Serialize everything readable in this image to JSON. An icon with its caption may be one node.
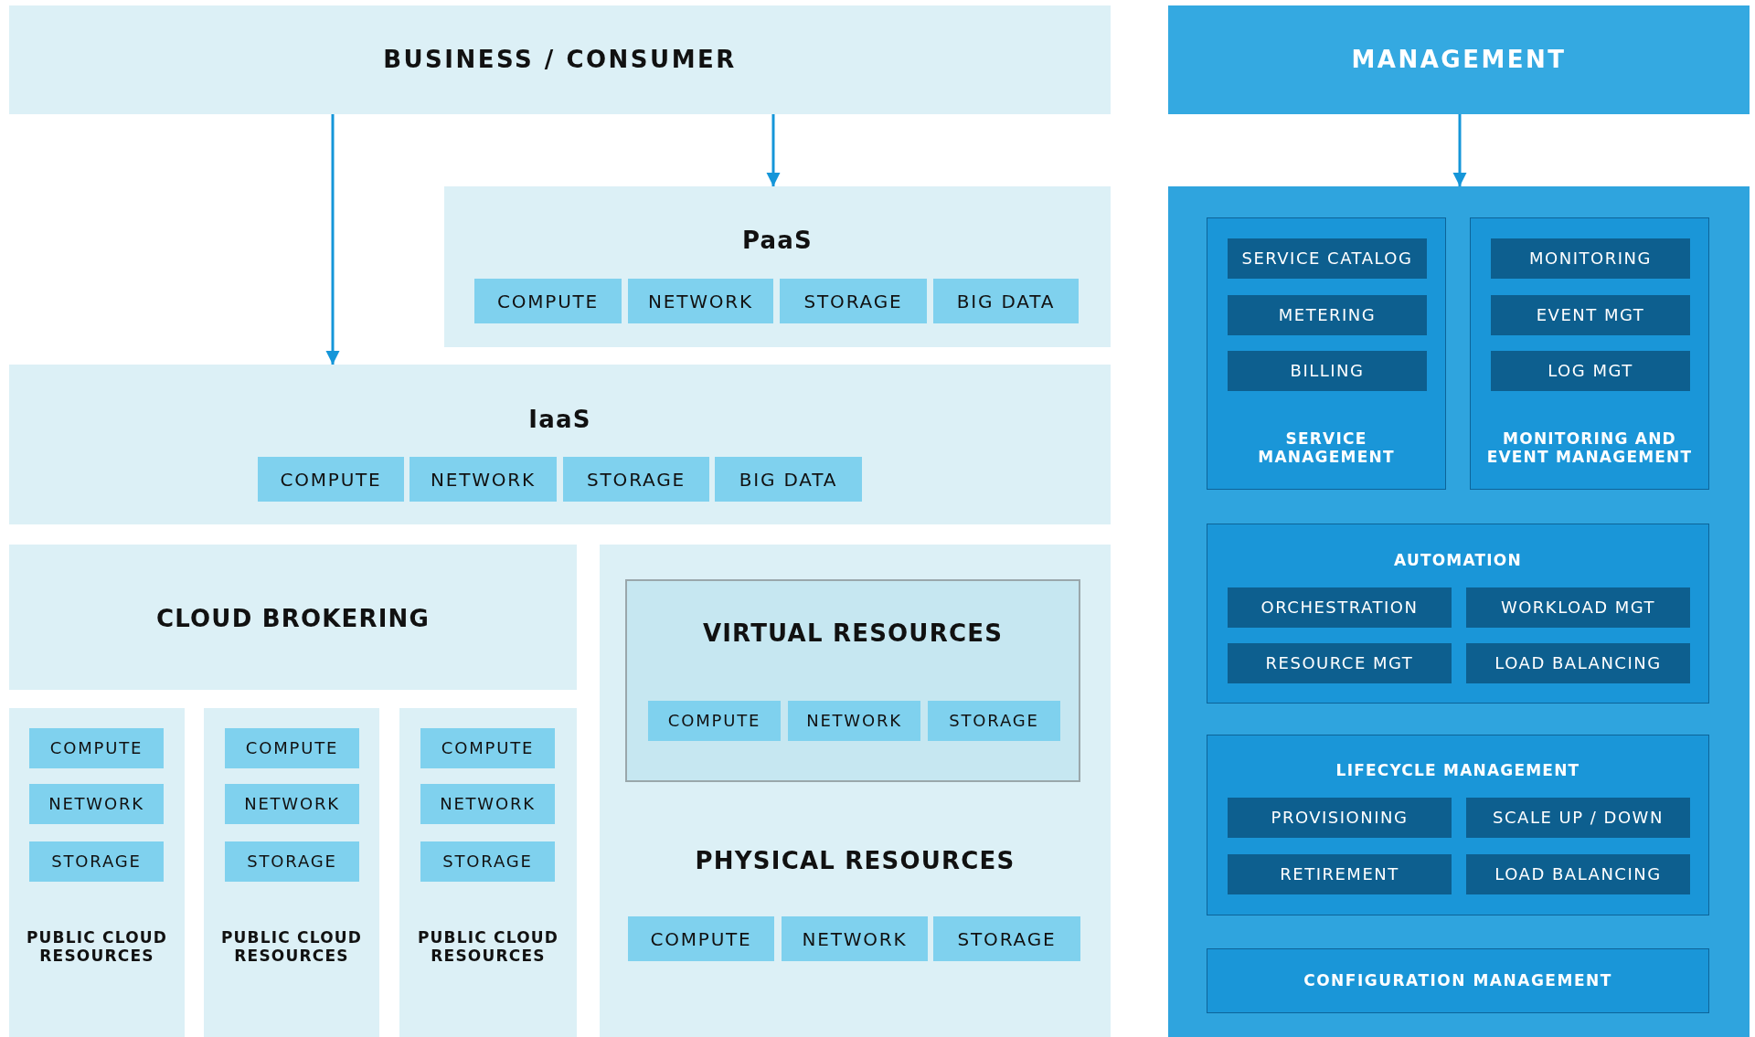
{
  "diagram": {
    "nodes": [
      {
        "text": [
          "BUSINESS / CONSUMER"
        ]
      },
      {
        "text": [
          "MANAGEMENT"
        ]
      },
      {
        "text": [
          "PaaS"
        ]
      },
      {
        "text": [
          "COMPUTE"
        ],
        "in": 2
      },
      {
        "text": [
          "NETWORK"
        ],
        "in": 2
      },
      {
        "text": [
          "STORAGE"
        ],
        "in": 2
      },
      {
        "text": [
          "BIG DATA"
        ],
        "in": 2
      },
      {
        "text": [
          "IaaS"
        ]
      },
      {
        "text": [
          "COMPUTE"
        ],
        "in": 7
      },
      {
        "text": [
          "NETWORK"
        ],
        "in": 7
      },
      {
        "text": [
          "STORAGE"
        ],
        "in": 7
      },
      {
        "text": [
          "BIG DATA"
        ],
        "in": 7
      },
      {
        "text": [
          "CLOUD BROKERING"
        ]
      },
      {
        "text": [
          "PUBLIC CLOUD RESOURCES"
        ]
      },
      {
        "text": [
          "COMPUTE"
        ],
        "in": 13
      },
      {
        "text": [
          "NETWORK"
        ],
        "in": 13
      },
      {
        "text": [
          "STORAGE"
        ],
        "in": 13
      },
      {
        "text": [
          "PUBLIC CLOUD RESOURCES"
        ]
      },
      {
        "text": [
          "COMPUTE"
        ],
        "in": 17
      },
      {
        "text": [
          "NETWORK"
        ],
        "in": 17
      },
      {
        "text": [
          "STORAGE"
        ],
        "in": 17
      },
      {
        "text": [
          "PUBLIC CLOUD RESOURCES"
        ]
      },
      {
        "text": [
          "COMPUTE"
        ],
        "in": 21
      },
      {
        "text": [
          "NETWORK"
        ],
        "in": 21
      },
      {
        "text": [
          "STORAGE"
        ],
        "in": 21
      },
      {
        "text": [
          "PHYSICAL RESOURCES"
        ]
      },
      {
        "text": [
          "VIRTUAL RESOURCES"
        ],
        "in": 25
      },
      {
        "text": [
          "COMPUTE"
        ],
        "in": 26
      },
      {
        "text": [
          "NETWORK"
        ],
        "in": 26
      },
      {
        "text": [
          "STORAGE"
        ],
        "in": 26
      },
      {
        "text": [
          "COMPUTE"
        ],
        "in": 25
      },
      {
        "text": [
          "NETWORK"
        ],
        "in": 25
      },
      {
        "text": [
          "STORAGE"
        ],
        "in": 25
      },
      {
        "text": [],
        "shape": "box"
      },
      {
        "text": [
          "SERVICE MANAGEMENT"
        ],
        "in": 33
      },
      {
        "text": [
          "SERVICE CATALOG"
        ],
        "in": 34
      },
      {
        "text": [
          "METERING"
        ],
        "in": 34
      },
      {
        "text": [
          "BILLING"
        ],
        "in": 34
      },
      {
        "text": [
          "MONITORING AND EVENT MANAGEMENT"
        ],
        "in": 33
      },
      {
        "text": [
          "MONITORING"
        ],
        "in": 38
      },
      {
        "text": [
          "EVENT MGT"
        ],
        "in": 38
      },
      {
        "text": [
          "LOG MGT"
        ],
        "in": 38
      },
      {
        "text": [
          "AUTOMATION"
        ],
        "in": 33
      },
      {
        "text": [
          "ORCHESTRATION"
        ],
        "in": 42
      },
      {
        "text": [
          "WORKLOAD MGT"
        ],
        "in": 42
      },
      {
        "text": [
          "RESOURCE MGT"
        ],
        "in": 42
      },
      {
        "text": [
          "LOAD BALANCING"
        ],
        "in": 42
      },
      {
        "text": [
          "LIFECYCLE MANAGEMENT"
        ],
        "in": 33
      },
      {
        "text": [
          "PROVISIONING"
        ],
        "in": 47
      },
      {
        "text": [
          "SCALE UP / DOWN"
        ],
        "in": 47
      },
      {
        "text": [
          "RETIREMENT"
        ],
        "in": 47
      },
      {
        "text": [
          "LOAD BALANCING"
        ],
        "in": 47
      },
      {
        "text": [
          "CONFIGURATION MANAGEMENT"
        ],
        "in": 33
      }
    ],
    "edges": [
      {
        "from": 0,
        "to": 7,
        "arrow": "to"
      },
      {
        "from": 0,
        "to": 2,
        "arrow": "to"
      },
      {
        "from": 1,
        "to": 33,
        "arrow": "to"
      }
    ]
  }
}
